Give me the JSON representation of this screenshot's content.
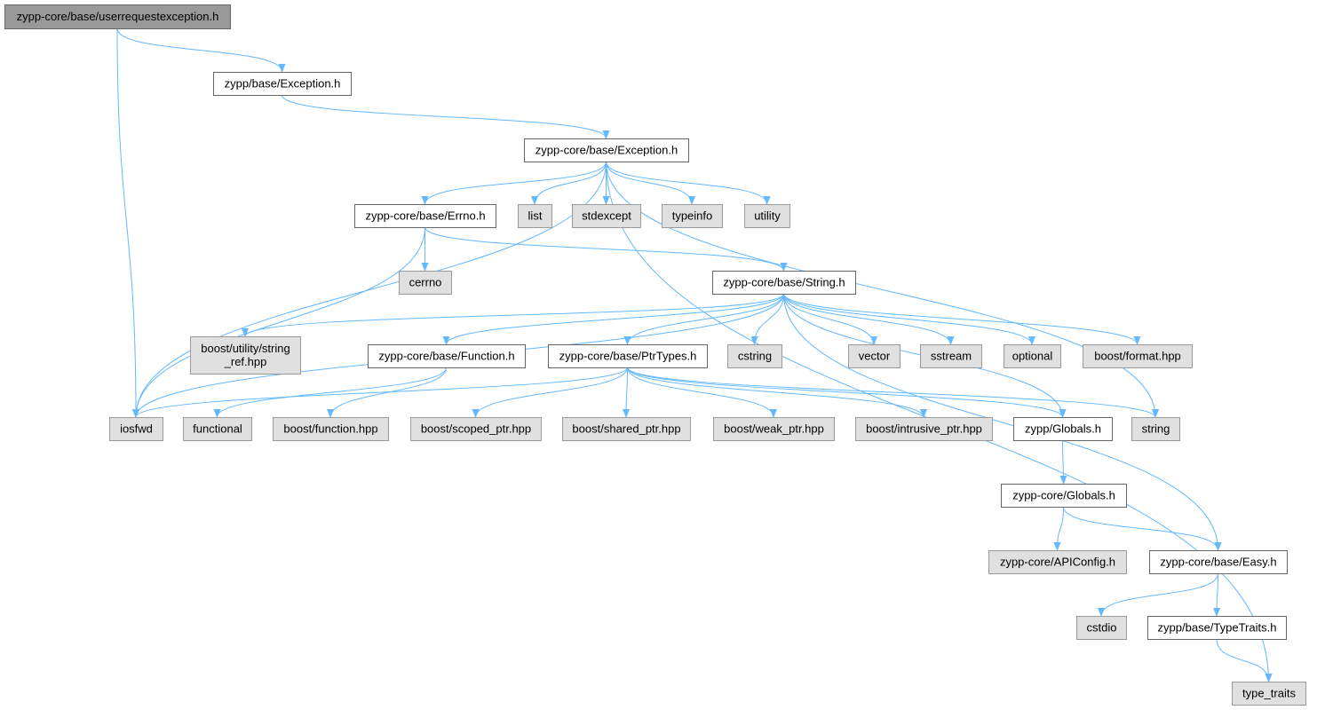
{
  "graph": {
    "colors": {
      "edge": "#63b8ff",
      "root_fill": "#999999",
      "doc_fill": "#ffffff",
      "ext_fill": "#e0e0e0",
      "border": "#666666"
    },
    "nodes": [
      {
        "id": "root",
        "label": "zypp-core/base/userrequestexception.h",
        "kind": "root"
      },
      {
        "id": "zbex",
        "label": "zypp/base/Exception.h",
        "kind": "doc"
      },
      {
        "id": "zcbex",
        "label": "zypp-core/base/Exception.h",
        "kind": "doc"
      },
      {
        "id": "errno",
        "label": "zypp-core/base/Errno.h",
        "kind": "doc"
      },
      {
        "id": "list",
        "label": "list",
        "kind": "ext"
      },
      {
        "id": "stdexcept",
        "label": "stdexcept",
        "kind": "ext"
      },
      {
        "id": "typeinfo",
        "label": "typeinfo",
        "kind": "ext"
      },
      {
        "id": "utility",
        "label": "utility",
        "kind": "ext"
      },
      {
        "id": "cerrno",
        "label": "cerrno",
        "kind": "ext"
      },
      {
        "id": "stringh",
        "label": "zypp-core/base/String.h",
        "kind": "doc"
      },
      {
        "id": "strref",
        "label": [
          "boost/utility/string",
          "_ref.hpp"
        ],
        "kind": "ext"
      },
      {
        "id": "funch",
        "label": "zypp-core/base/Function.h",
        "kind": "doc"
      },
      {
        "id": "ptrh",
        "label": "zypp-core/base/PtrTypes.h",
        "kind": "doc"
      },
      {
        "id": "cstring",
        "label": "cstring",
        "kind": "ext"
      },
      {
        "id": "vector",
        "label": "vector",
        "kind": "ext"
      },
      {
        "id": "sstream",
        "label": "sstream",
        "kind": "ext"
      },
      {
        "id": "optional",
        "label": "optional",
        "kind": "ext"
      },
      {
        "id": "bformat",
        "label": "boost/format.hpp",
        "kind": "ext"
      },
      {
        "id": "iosfwd",
        "label": "iosfwd",
        "kind": "ext"
      },
      {
        "id": "functional",
        "label": "functional",
        "kind": "ext"
      },
      {
        "id": "bfunc",
        "label": "boost/function.hpp",
        "kind": "ext"
      },
      {
        "id": "bscoped",
        "label": "boost/scoped_ptr.hpp",
        "kind": "ext"
      },
      {
        "id": "bshared",
        "label": "boost/shared_ptr.hpp",
        "kind": "ext"
      },
      {
        "id": "bweak",
        "label": "boost/weak_ptr.hpp",
        "kind": "ext"
      },
      {
        "id": "bintr",
        "label": "boost/intrusive_ptr.hpp",
        "kind": "ext"
      },
      {
        "id": "zglob",
        "label": "zypp/Globals.h",
        "kind": "doc"
      },
      {
        "id": "string",
        "label": "string",
        "kind": "ext"
      },
      {
        "id": "zcglob",
        "label": "zypp-core/Globals.h",
        "kind": "doc"
      },
      {
        "id": "apiconf",
        "label": "zypp-core/APIConfig.h",
        "kind": "ext"
      },
      {
        "id": "easy",
        "label": "zypp-core/base/Easy.h",
        "kind": "doc"
      },
      {
        "id": "cstdio",
        "label": "cstdio",
        "kind": "ext"
      },
      {
        "id": "ttraits",
        "label": "zypp/base/TypeTraits.h",
        "kind": "doc"
      },
      {
        "id": "type_traits",
        "label": "type_traits",
        "kind": "ext"
      }
    ],
    "edges": [
      [
        "root",
        "iosfwd"
      ],
      [
        "root",
        "zbex"
      ],
      [
        "zbex",
        "zcbex"
      ],
      [
        "zcbex",
        "iosfwd"
      ],
      [
        "zcbex",
        "errno"
      ],
      [
        "zcbex",
        "list"
      ],
      [
        "zcbex",
        "stdexcept"
      ],
      [
        "zcbex",
        "typeinfo"
      ],
      [
        "zcbex",
        "utility"
      ],
      [
        "zcbex",
        "string"
      ],
      [
        "zcbex",
        "type_traits"
      ],
      [
        "errno",
        "iosfwd"
      ],
      [
        "errno",
        "cerrno"
      ],
      [
        "errno",
        "stringh"
      ],
      [
        "stringh",
        "strref"
      ],
      [
        "stringh",
        "funch"
      ],
      [
        "stringh",
        "ptrh"
      ],
      [
        "stringh",
        "cstring"
      ],
      [
        "stringh",
        "vector"
      ],
      [
        "stringh",
        "sstream"
      ],
      [
        "stringh",
        "optional"
      ],
      [
        "stringh",
        "bformat"
      ],
      [
        "stringh",
        "iosfwd"
      ],
      [
        "stringh",
        "zglob"
      ],
      [
        "stringh",
        "easy"
      ],
      [
        "funch",
        "functional"
      ],
      [
        "funch",
        "bfunc"
      ],
      [
        "ptrh",
        "iosfwd"
      ],
      [
        "ptrh",
        "bscoped"
      ],
      [
        "ptrh",
        "bshared"
      ],
      [
        "ptrh",
        "bweak"
      ],
      [
        "ptrh",
        "bintr"
      ],
      [
        "ptrh",
        "string"
      ],
      [
        "ptrh",
        "zglob"
      ],
      [
        "zglob",
        "zcglob"
      ],
      [
        "zcglob",
        "apiconf"
      ],
      [
        "zcglob",
        "easy"
      ],
      [
        "easy",
        "cstdio"
      ],
      [
        "easy",
        "ttraits"
      ],
      [
        "ttraits",
        "type_traits"
      ]
    ]
  }
}
